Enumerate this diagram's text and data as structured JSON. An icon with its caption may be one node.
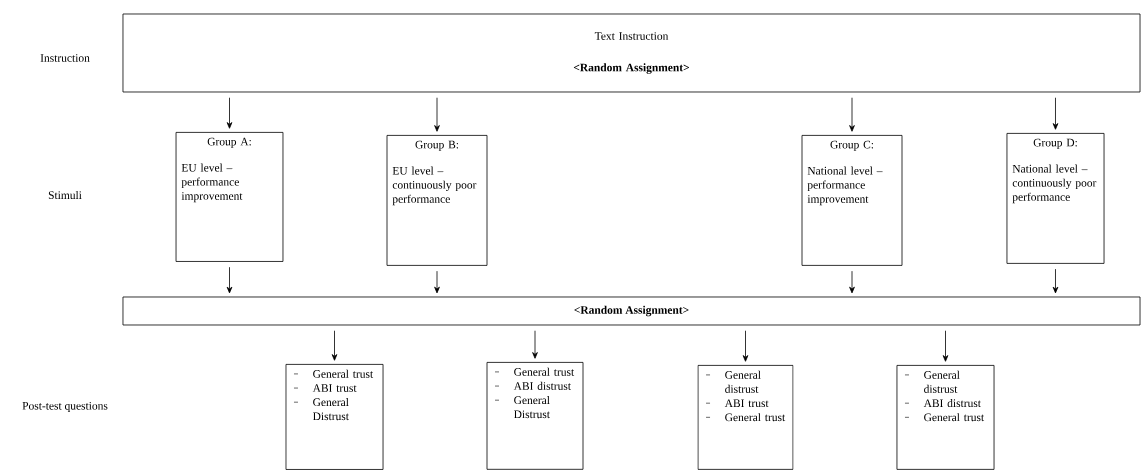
{
  "diagram": {
    "nodes": [
      {
        "text": [
          "Text Instruction",
          "<Random Assignment>"
        ]
      },
      {
        "text": [
          "Group A:",
          "EU level – performance improvement"
        ]
      },
      {
        "text": [
          "Group B:",
          "EU level – continuously poor performance"
        ]
      },
      {
        "text": [
          "Group  C:",
          "National level – performance improvement"
        ]
      },
      {
        "text": [
          "Group  D:",
          "National level – continuously poor performance"
        ]
      },
      {
        "text": [
          "<Random Assignment>"
        ]
      },
      {
        "text": [
          "General trust",
          "ABI trust",
          "General Distrust"
        ]
      },
      {
        "text": [
          "General trust",
          "ABI distrust",
          "General Distrust"
        ]
      },
      {
        "text": [
          "General distrust",
          "ABI trust",
          "General trust"
        ]
      },
      {
        "text": [
          "General distrust",
          "ABI distrust",
          "General trust"
        ]
      }
    ],
    "edges": [
      {
        "from": 0,
        "to": 1,
        "arrow": "to"
      },
      {
        "from": 0,
        "to": 2,
        "arrow": "to"
      },
      {
        "from": 0,
        "to": 3,
        "arrow": "to"
      },
      {
        "from": 0,
        "to": 4,
        "arrow": "to"
      },
      {
        "from": 1,
        "to": 5,
        "arrow": "to"
      },
      {
        "from": 2,
        "to": 5,
        "arrow": "to"
      },
      {
        "from": 3,
        "to": 5,
        "arrow": "to"
      },
      {
        "from": 4,
        "to": 5,
        "arrow": "to"
      },
      {
        "from": 5,
        "to": 6,
        "arrow": "to"
      },
      {
        "from": 5,
        "to": 7,
        "arrow": "to"
      },
      {
        "from": 5,
        "to": 8,
        "arrow": "to"
      },
      {
        "from": 5,
        "to": 9,
        "arrow": "to"
      }
    ],
    "labels": [
      "Instruction",
      "Stimuli",
      "Post-test questions"
    ]
  }
}
